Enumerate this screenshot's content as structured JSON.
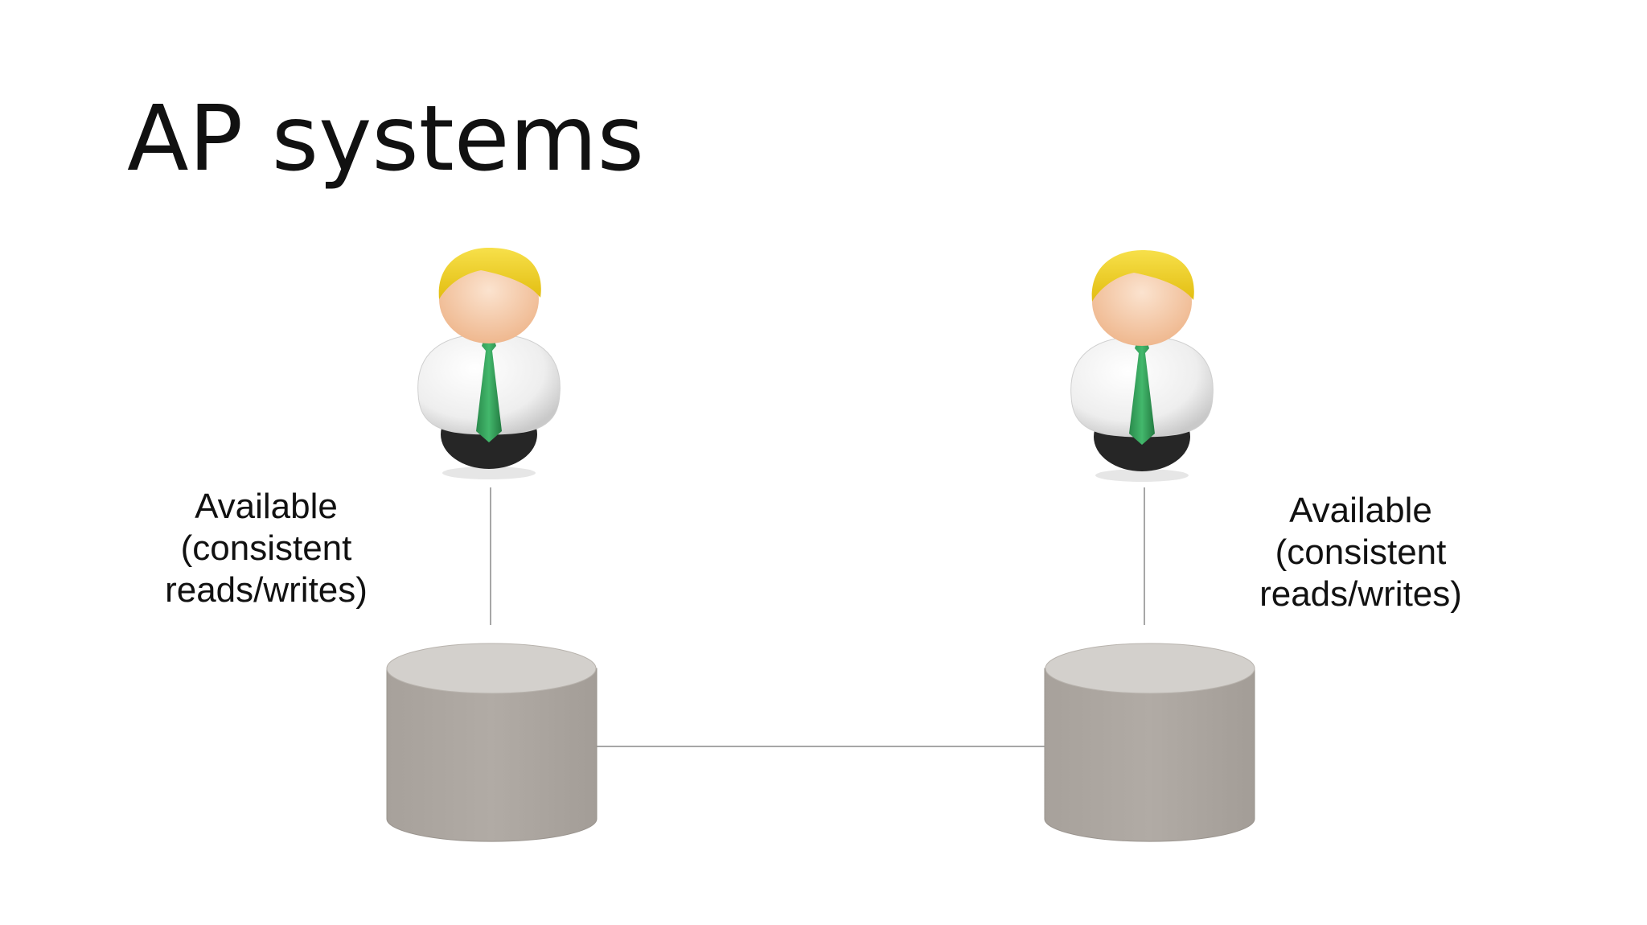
{
  "slide": {
    "title": "AP systems"
  },
  "nodes": [
    {
      "user_icon": "user-icon",
      "database_icon": "database-icon",
      "status_lines": [
        "Available",
        "(consistent",
        "reads/writes)"
      ]
    },
    {
      "user_icon": "user-icon",
      "database_icon": "database-icon",
      "status_lines": [
        "Available",
        "(consistent",
        "reads/writes)"
      ]
    }
  ],
  "colors": {
    "database_body": "#aea8a2",
    "database_top": "#d3d0cc",
    "connector": "#8a8a8a",
    "hair": "#f2d224",
    "face": "#f4c7a4",
    "tie": "#2f9a56",
    "shirt": "#efefef"
  }
}
